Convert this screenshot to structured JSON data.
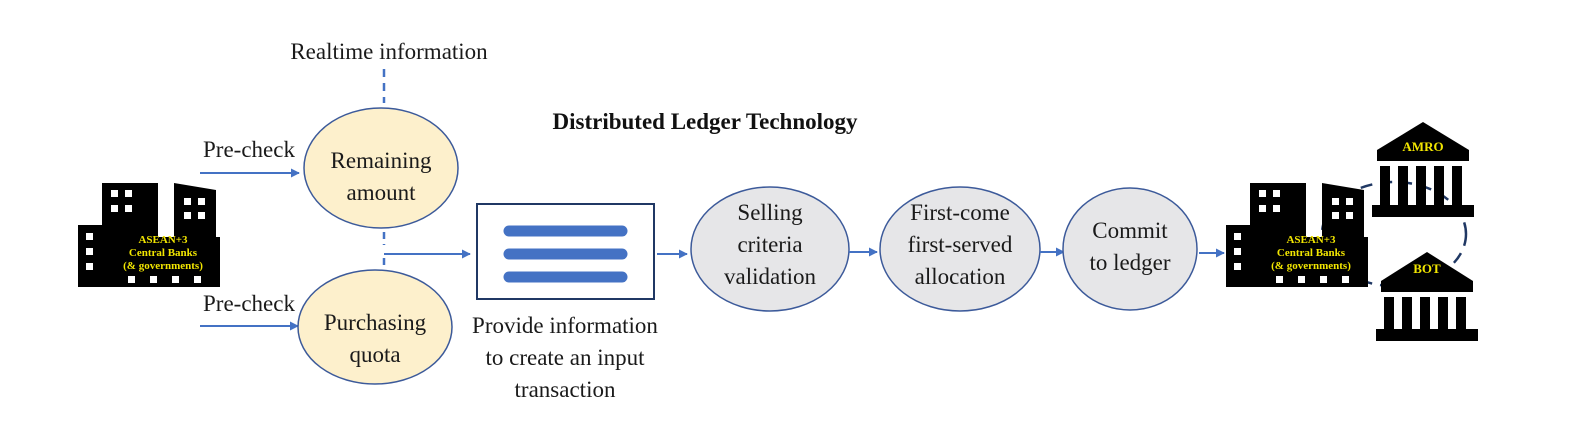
{
  "diagram": {
    "title": "Distributed Ledger Technology",
    "realtime_label": "Realtime information",
    "precheck_top": "Pre-check",
    "precheck_bottom": "Pre-check",
    "remaining": [
      "Remaining",
      "amount"
    ],
    "purchasing": [
      "Purchasing",
      "quota"
    ],
    "provide_info": [
      "Provide information",
      "to create an input",
      "transaction"
    ],
    "selling": [
      "Selling",
      "criteria",
      "validation"
    ],
    "fcfs": [
      "First-come",
      "first-served",
      "allocation"
    ],
    "commit": [
      "Commit",
      "to ledger"
    ],
    "bank_left": [
      "ASEAN+3",
      "Central Banks",
      "(& governments)"
    ],
    "bank_right": [
      "ASEAN+3",
      "Central Banks",
      "(& governments)"
    ],
    "inst_top": "AMRO",
    "inst_bottom": "BOT"
  },
  "colors": {
    "arrow": "#4472c4",
    "yellow_fill": "#fdf0cc",
    "gray_fill": "#e6e6e8",
    "ellipse_stroke": "#3c5a9a",
    "building": "#000000",
    "building_text": "#f2e600",
    "doc_bars": "#4472c4",
    "dashed_ring": "#203864"
  },
  "icons": [
    "office-building-icon",
    "document-lines-icon",
    "bank-building-icon"
  ]
}
